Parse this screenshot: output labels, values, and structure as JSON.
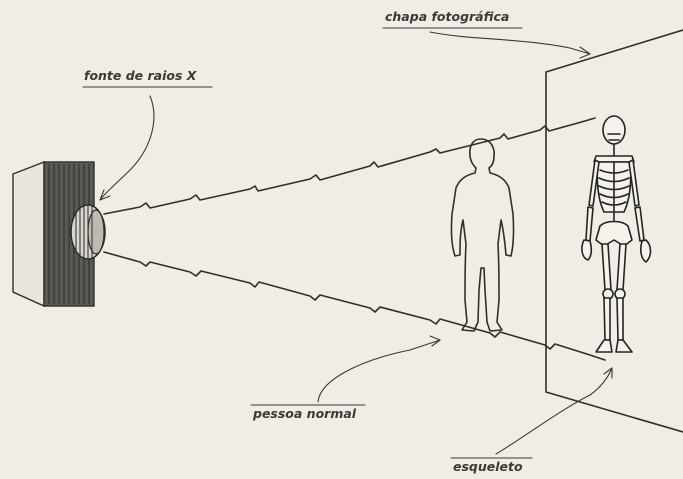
{
  "labels": {
    "photographic_plate": "chapa fotográfica",
    "xray_source": "fonte de raios X",
    "normal_person": "pessoa normal",
    "skeleton": "esqueleto"
  },
  "colors": {
    "background": "#efede4",
    "ink": "#2f2f2c"
  }
}
